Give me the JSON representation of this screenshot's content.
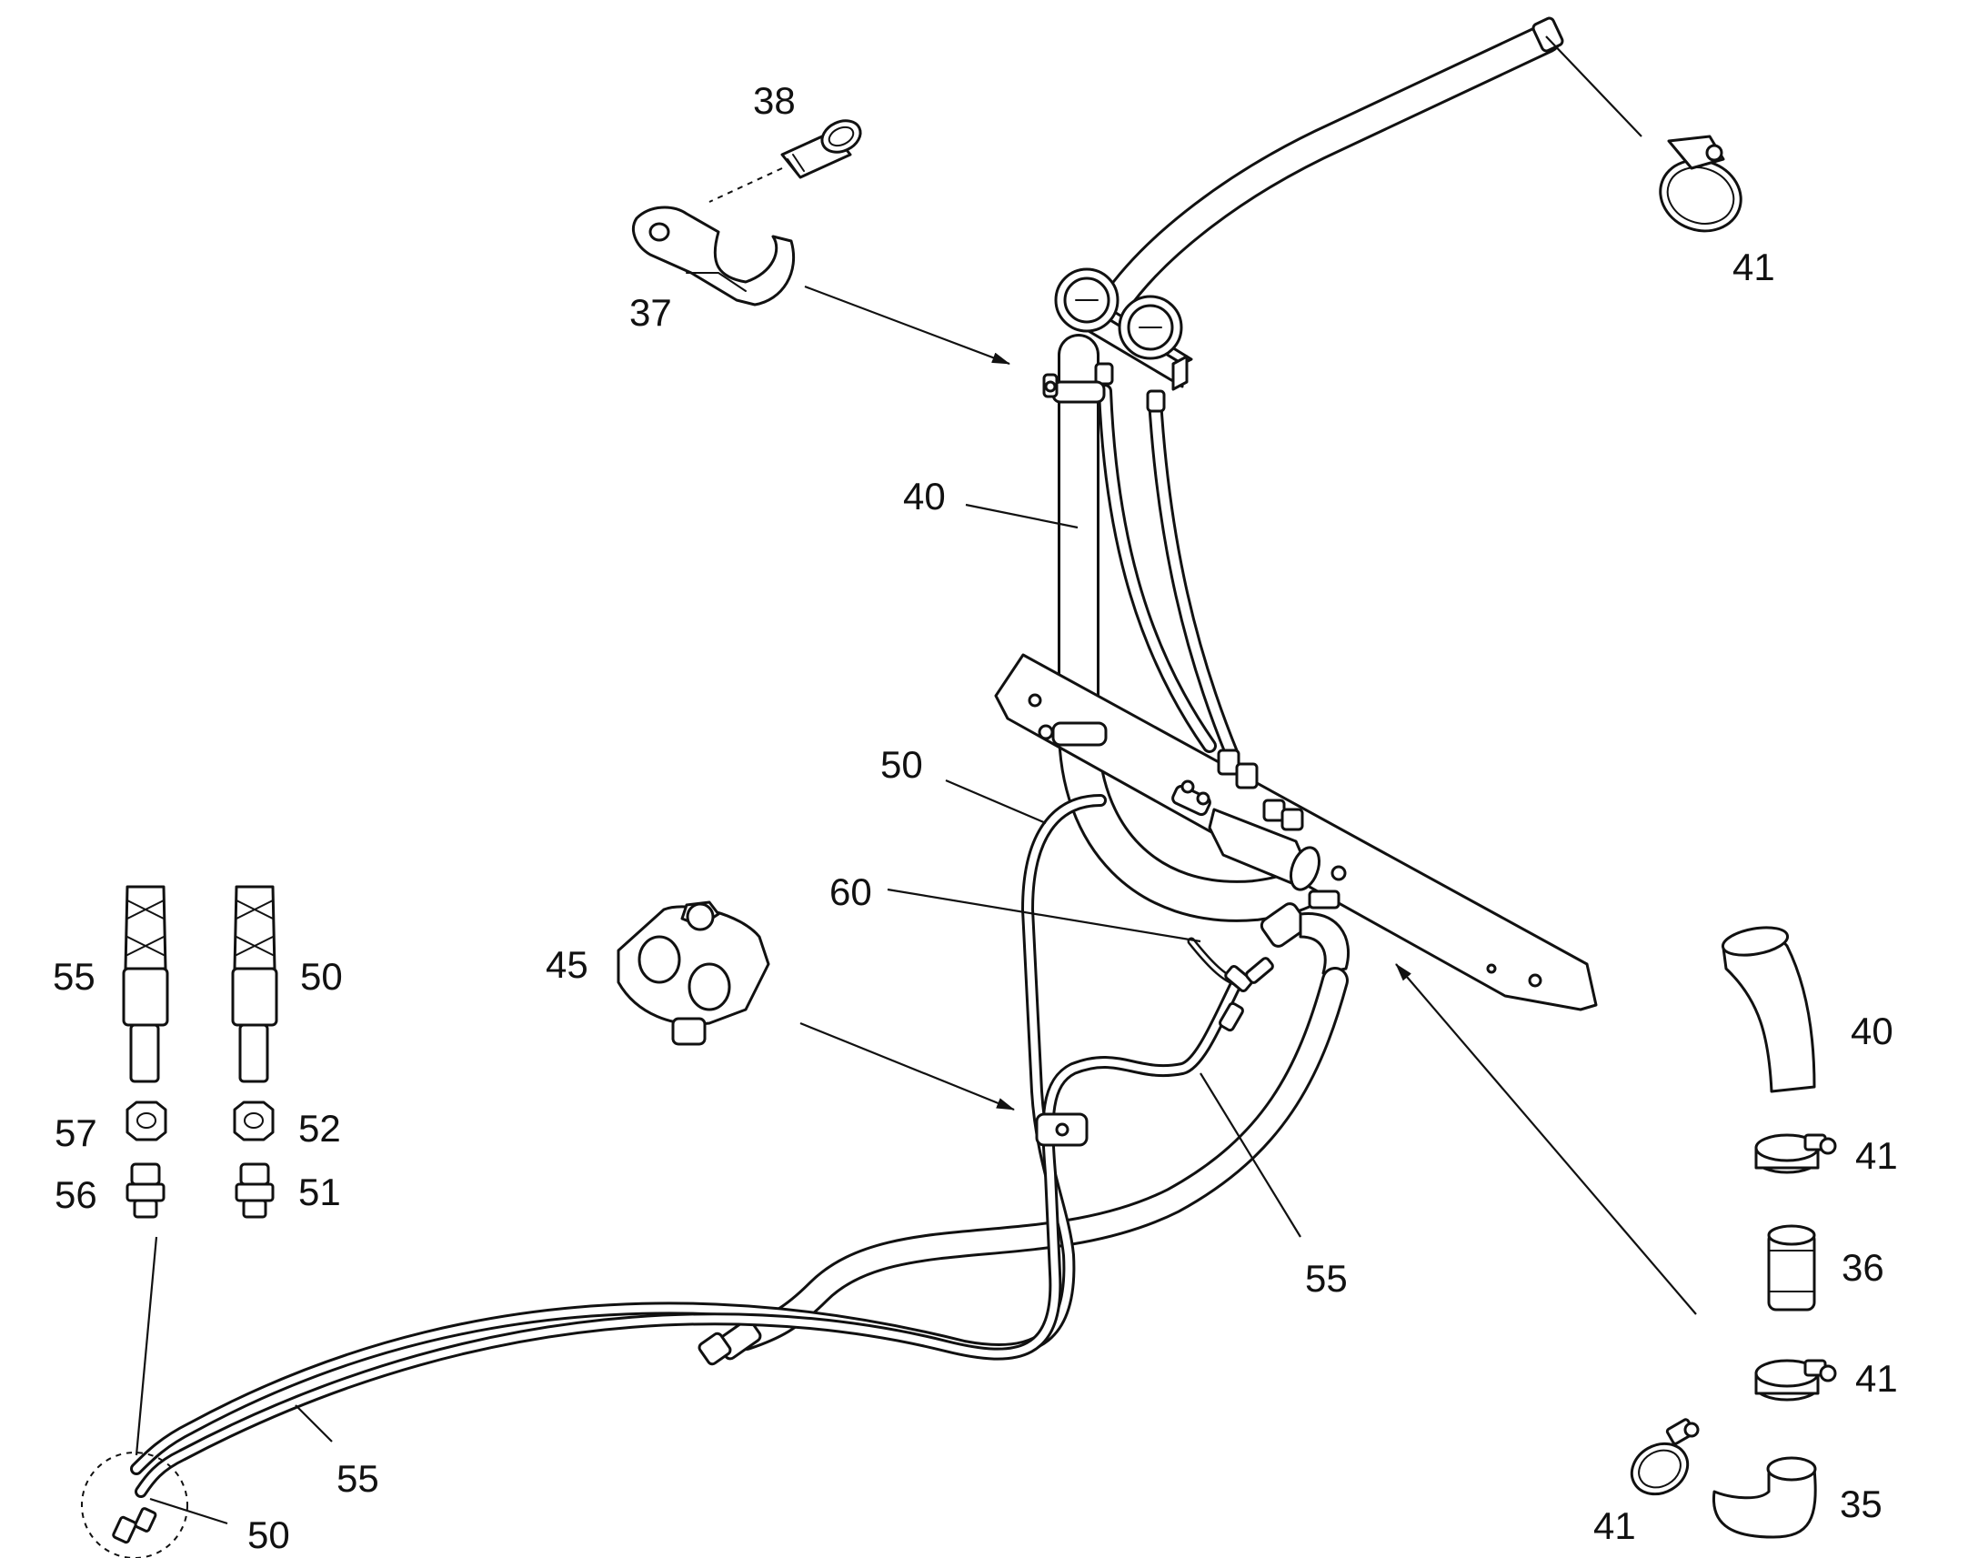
{
  "callouts": {
    "c38": "38",
    "c37": "37",
    "c41_top": "41",
    "c40_main": "40",
    "c50_main": "50",
    "c60": "60",
    "c45": "45",
    "c55_mid": "55",
    "c55_detail": "55",
    "c50_detail": "50",
    "c57": "57",
    "c52": "52",
    "c56": "56",
    "c51": "51",
    "c55_bottom": "55",
    "c50_bottom": "50",
    "c40_right": "40",
    "c41_r1": "41",
    "c36": "36",
    "c41_r2": "41",
    "c41_bottom": "41",
    "c35": "35"
  },
  "icons": {
    "arrow": "arrow-icon",
    "gauge": "gauge-icon"
  },
  "colors": {
    "ink": "#111111",
    "paper": "#ffffff"
  }
}
